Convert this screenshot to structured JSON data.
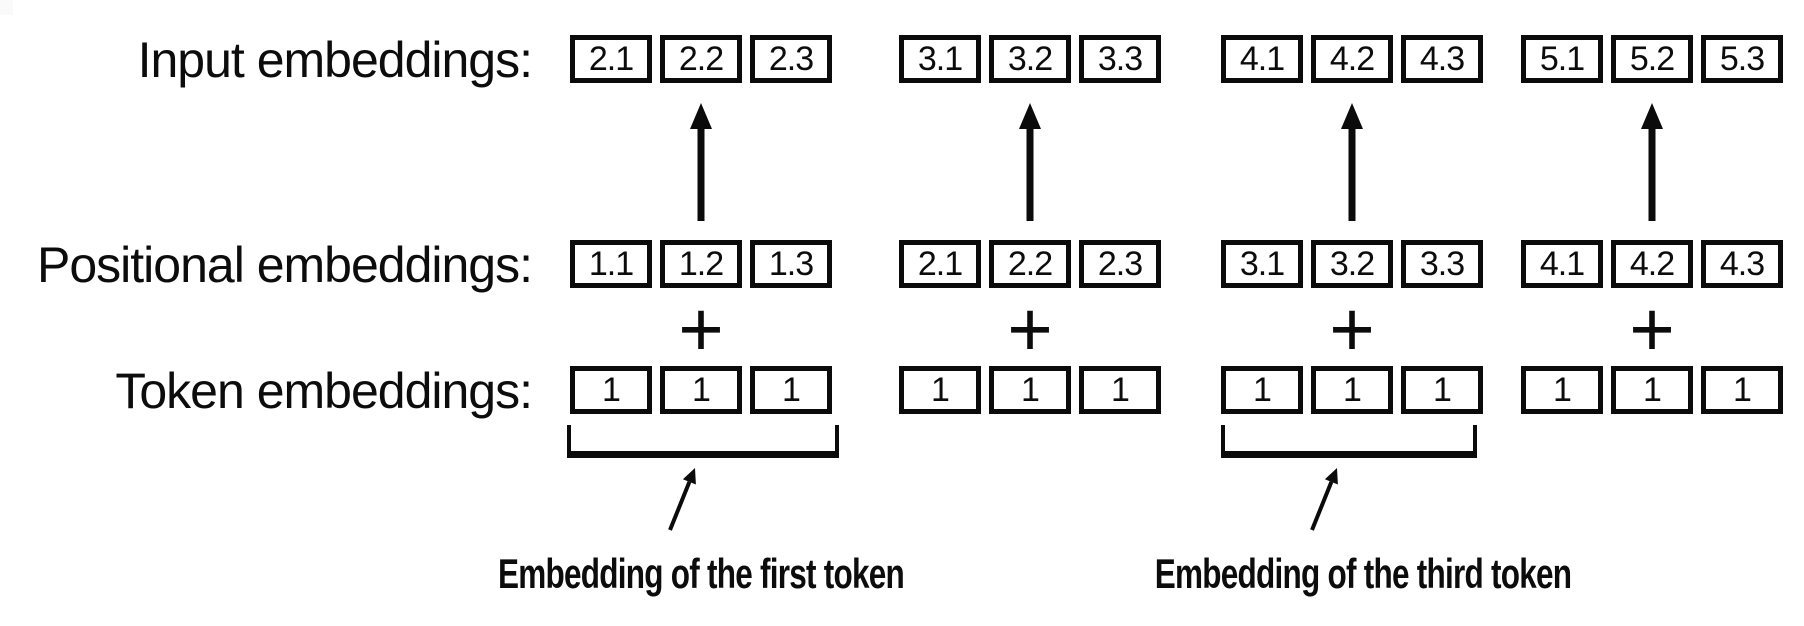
{
  "diagram": {
    "rows": [
      {
        "label": "Input embeddings:",
        "groups": [
          [
            "2.1",
            "2.2",
            "2.3"
          ],
          [
            "3.1",
            "3.2",
            "3.3"
          ],
          [
            "4.1",
            "4.2",
            "4.3"
          ],
          [
            "5.1",
            "5.2",
            "5.3"
          ]
        ]
      },
      {
        "label": "Positional embeddings:",
        "groups": [
          [
            "1.1",
            "1.2",
            "1.3"
          ],
          [
            "2.1",
            "2.2",
            "2.3"
          ],
          [
            "3.1",
            "3.2",
            "3.3"
          ],
          [
            "4.1",
            "4.2",
            "4.3"
          ]
        ]
      },
      {
        "label": "Token embeddings:",
        "groups": [
          [
            "1",
            "1",
            "1"
          ],
          [
            "1",
            "1",
            "1"
          ],
          [
            "1",
            "1",
            "1"
          ],
          [
            "1",
            "1",
            "1"
          ]
        ]
      }
    ],
    "operator": "+",
    "annotations": [
      "Embedding of the first token",
      "Embedding of the third token"
    ],
    "colors": {
      "ink": "#0c0c0c",
      "background": "#ffffff"
    }
  }
}
